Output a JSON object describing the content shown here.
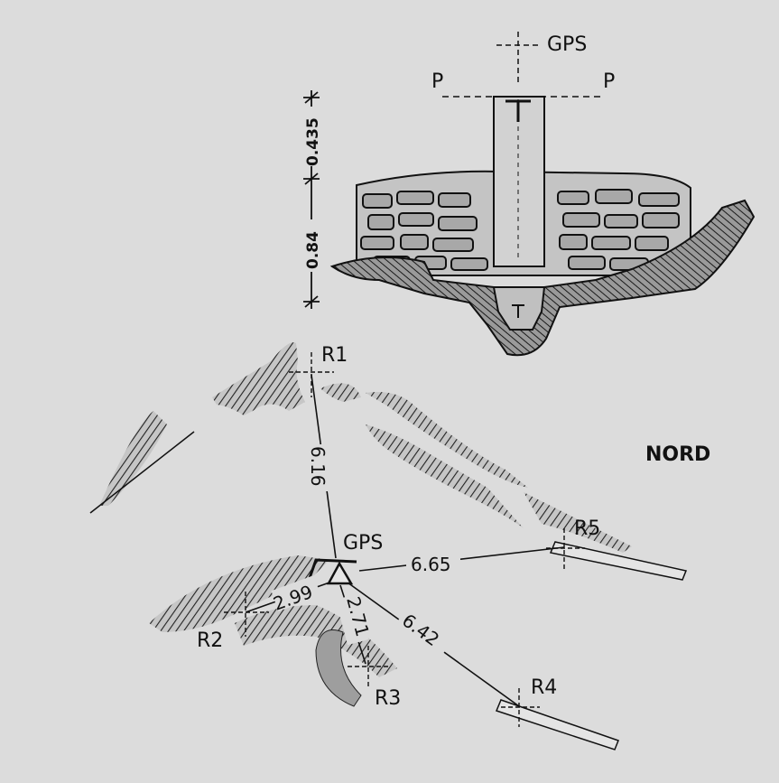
{
  "diagram": {
    "north_label": "NORD",
    "gps_label_top": "GPS",
    "gps_label_main": "GPS",
    "section_markers": [
      "P",
      "P"
    ],
    "dimensions": [
      "0.435",
      "0.84"
    ],
    "references": [
      {
        "id": "R1",
        "distance": "6.16"
      },
      {
        "id": "R2",
        "distance": "2.99"
      },
      {
        "id": "R3",
        "distance": "2.71"
      },
      {
        "id": "R4",
        "distance": "6.42"
      },
      {
        "id": "R5",
        "distance": "6.65"
      }
    ],
    "colors": {
      "ink": "#111111",
      "paper": "#dcdcdc",
      "stone": "#bdbdbd",
      "pillar": "#c8c8c8"
    }
  }
}
